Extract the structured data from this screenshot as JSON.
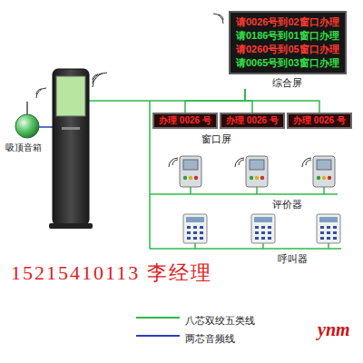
{
  "diagram": {
    "nodes": [
      {
        "text": [
          "请0026号到02窗口办理",
          "请0186号到01窗口办理",
          "请0260号到05窗口办理",
          "请0065号到03窗口办理",
          "综合屏"
        ]
      },
      {
        "text": [
          "办理 0026 号"
        ]
      },
      {
        "text": [
          "办理 0026 号"
        ]
      },
      {
        "text": [
          "办理 0026 号"
        ]
      }
    ],
    "edges": [
      {
        "from": 0,
        "to": 1,
        "arrow": "none"
      },
      {
        "from": 0,
        "to": 2,
        "arrow": "none"
      },
      {
        "from": 0,
        "to": 3,
        "arrow": "none"
      }
    ],
    "labels": [
      "吸顶音箱",
      "窗口屏",
      "评价器",
      "呼叫器",
      "15215410113 李经理",
      "ynm"
    ],
    "legend": [
      {
        "text": "八芯双绞五类线"
      },
      {
        "text": "两芯音频线"
      }
    ]
  }
}
